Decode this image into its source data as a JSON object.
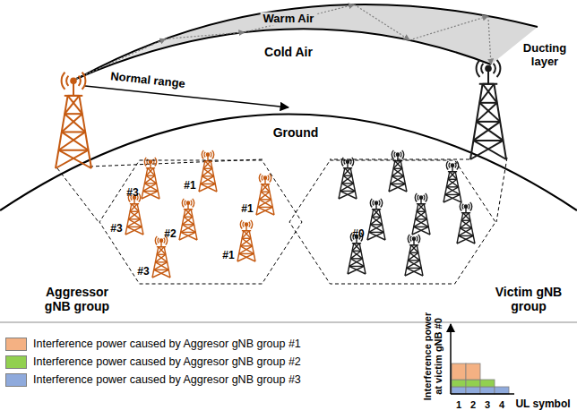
{
  "diagram": {
    "nodes": [
      {
        "text": [
          "Aggressor gNB group"
        ]
      },
      {
        "text": [
          "Victim gNB group"
        ]
      }
    ],
    "labels": [
      "Warm Air",
      "Cold Air",
      "Ground",
      "Normal range",
      "Ducting layer",
      "#3",
      "#1",
      "#3",
      "#2",
      "#1",
      "#3",
      "#1",
      "#0",
      "Interference power at victim gNB #0",
      "1",
      "2",
      "3",
      "4",
      "UL symbol"
    ],
    "legend": [
      {
        "text": "Interference power caused by Aggresor gNB group #1",
        "color": "#f4b183"
      },
      {
        "text": "Interference power caused by Aggresor gNB group #2",
        "color": "#92d050"
      },
      {
        "text": "Interference power caused by Aggresor gNB group #3",
        "color": "#8faadc"
      }
    ]
  }
}
